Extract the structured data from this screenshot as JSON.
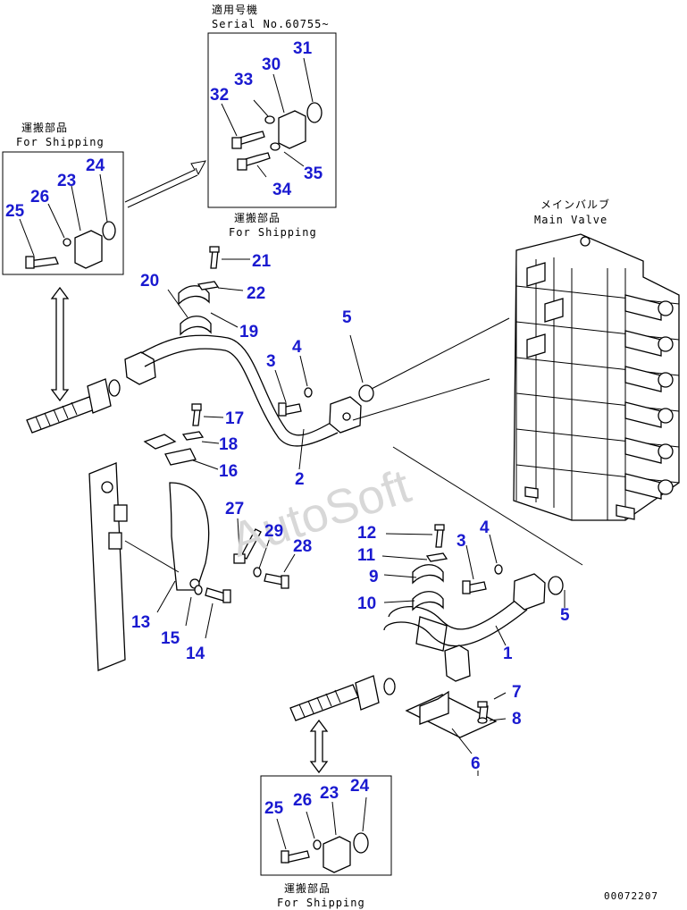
{
  "boxes": {
    "top": {
      "header_jp": "適用号機",
      "header_serial": "Serial No.60755~",
      "footer_jp": "運搬部品",
      "footer_en": "For Shipping",
      "callouts": [
        "31",
        "30",
        "33",
        "32",
        "35",
        "34"
      ]
    },
    "left": {
      "header_jp": "運搬部品",
      "header_en": "For Shipping",
      "callouts": [
        "24",
        "26",
        "23",
        "25"
      ]
    },
    "bottom": {
      "footer_jp": "運搬部品",
      "footer_en": "For Shipping",
      "callouts": [
        "25",
        "26",
        "23",
        "24"
      ]
    }
  },
  "main_valve": {
    "label_jp": "メインバルブ",
    "label_en": "Main Valve"
  },
  "callouts": {
    "c21": "21",
    "c22": "22",
    "c20": "20",
    "c19": "19",
    "c5a": "5",
    "c4a": "4",
    "c3a": "3",
    "c17": "17",
    "c18": "18",
    "c16": "16",
    "c2": "2",
    "c13": "13",
    "c27": "27",
    "c29": "29",
    "c28": "28",
    "c15": "15",
    "c14": "14",
    "c12": "12",
    "c11": "11",
    "c9": "9",
    "c10": "10",
    "c3b": "3",
    "c4b": "4",
    "c5b": "5",
    "c1": "1",
    "c7": "7",
    "c8": "8",
    "c6": "6"
  },
  "watermark": "AutoSoft",
  "drawing_number": "00072207"
}
